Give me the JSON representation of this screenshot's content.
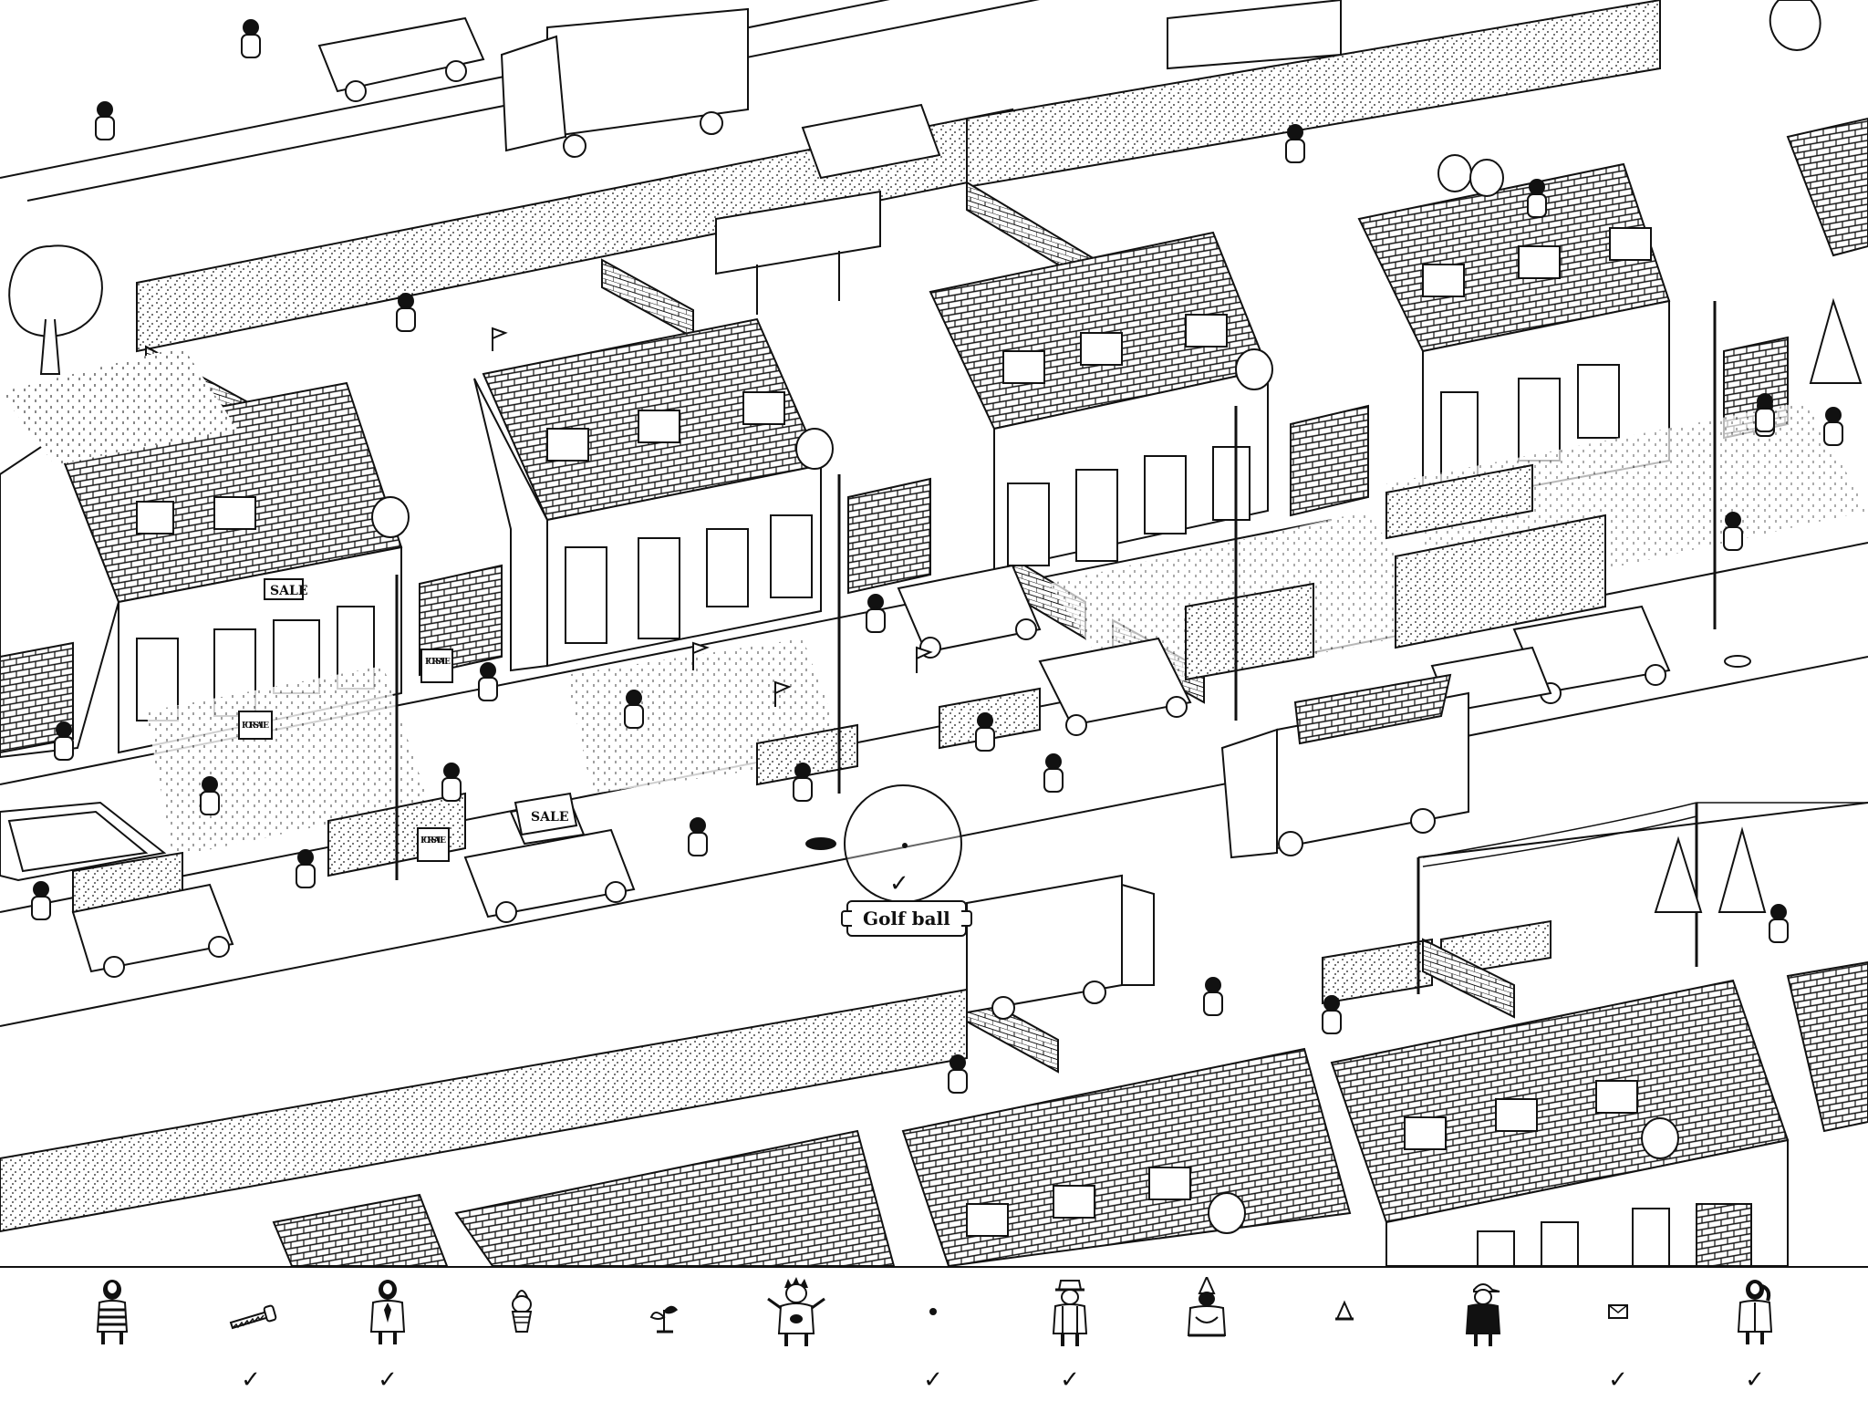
{
  "scene": {
    "signs": {
      "sale_window": "SALE",
      "sale_car_roof": "SALE",
      "for_sale_1": "FOR SALE",
      "for_sale_2": "FOR SALE",
      "for_sale_3": "FOR SALE"
    }
  },
  "tooltip": {
    "label": "Golf ball"
  },
  "found_marker": {
    "check": "✓"
  },
  "target_bar": {
    "items": [
      {
        "icon": "person-striped-shirt-icon",
        "found": false,
        "check": ""
      },
      {
        "icon": "saw-icon",
        "found": true,
        "check": "✓"
      },
      {
        "icon": "person-tie-icon",
        "found": true,
        "check": "✓"
      },
      {
        "icon": "ice-cream-cone-icon",
        "found": false,
        "check": ""
      },
      {
        "icon": "small-plant-sprout-icon",
        "found": false,
        "check": ""
      },
      {
        "icon": "spiky-hair-person-icon",
        "found": false,
        "check": ""
      },
      {
        "icon": "golf-ball-icon",
        "found": true,
        "check": "✓"
      },
      {
        "icon": "person-hat-icon",
        "found": true,
        "check": "✓"
      },
      {
        "icon": "party-hat-person-icon",
        "found": false,
        "check": ""
      },
      {
        "icon": "traffic-cone-icon",
        "found": false,
        "check": ""
      },
      {
        "icon": "person-cap-dark-jacket-icon",
        "found": false,
        "check": ""
      },
      {
        "icon": "envelope-icon",
        "found": true,
        "check": "✓"
      },
      {
        "icon": "person-ponytail-icon",
        "found": true,
        "check": "✓"
      }
    ]
  }
}
